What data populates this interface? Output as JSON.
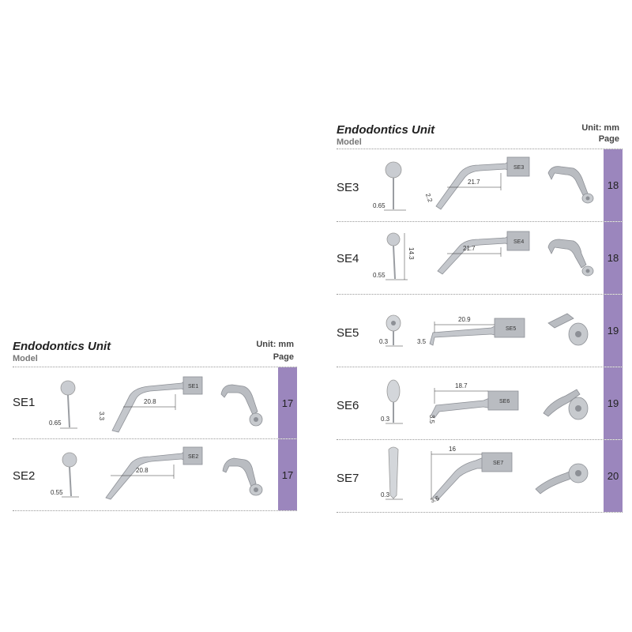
{
  "colors": {
    "page_band": "#9b86bd",
    "instrument": "#b9bcc1",
    "instrument_dark": "#8d9096"
  },
  "left_panel": {
    "title": "Endodontics Unit",
    "model_header": "Model",
    "unit_header": "Unit: mm",
    "page_header": "Page",
    "rows": [
      {
        "model": "SE1",
        "page": "17",
        "tip_dim": "0.65",
        "length_dim": "20.8",
        "bend_dim": "3.3",
        "tip_label": "SE1"
      },
      {
        "model": "SE2",
        "page": "17",
        "tip_dim": "0.55",
        "length_dim": "20.8",
        "tip_label": "SE2"
      }
    ]
  },
  "right_panel": {
    "title": "Endodontics Unit",
    "model_header": "Model",
    "unit_header": "Unit: mm",
    "page_header": "Page",
    "rows": [
      {
        "model": "SE3",
        "page": "18",
        "tip_dim": "0.65",
        "length_dim": "21.7",
        "bend_dim": "2.2",
        "tip_label": "SE3"
      },
      {
        "model": "SE4",
        "page": "18",
        "tip_dim": "0.55",
        "length_dim": "21.7",
        "height_dim": "14.3",
        "tip_label": "SE4"
      },
      {
        "model": "SE5",
        "page": "19",
        "tip_dim": "0.3",
        "length_dim": "20.9",
        "bend_dim": "3.5",
        "tip_label": "SE5"
      },
      {
        "model": "SE6",
        "page": "19",
        "tip_dim": "0.3",
        "length_dim": "18.7",
        "bend_dim": "3.5",
        "tip_label": "SE6"
      },
      {
        "model": "SE7",
        "page": "20",
        "tip_dim": "0.3",
        "length_dim": "16",
        "bend_dim": "3.5",
        "tip_label": "SE7"
      }
    ]
  }
}
